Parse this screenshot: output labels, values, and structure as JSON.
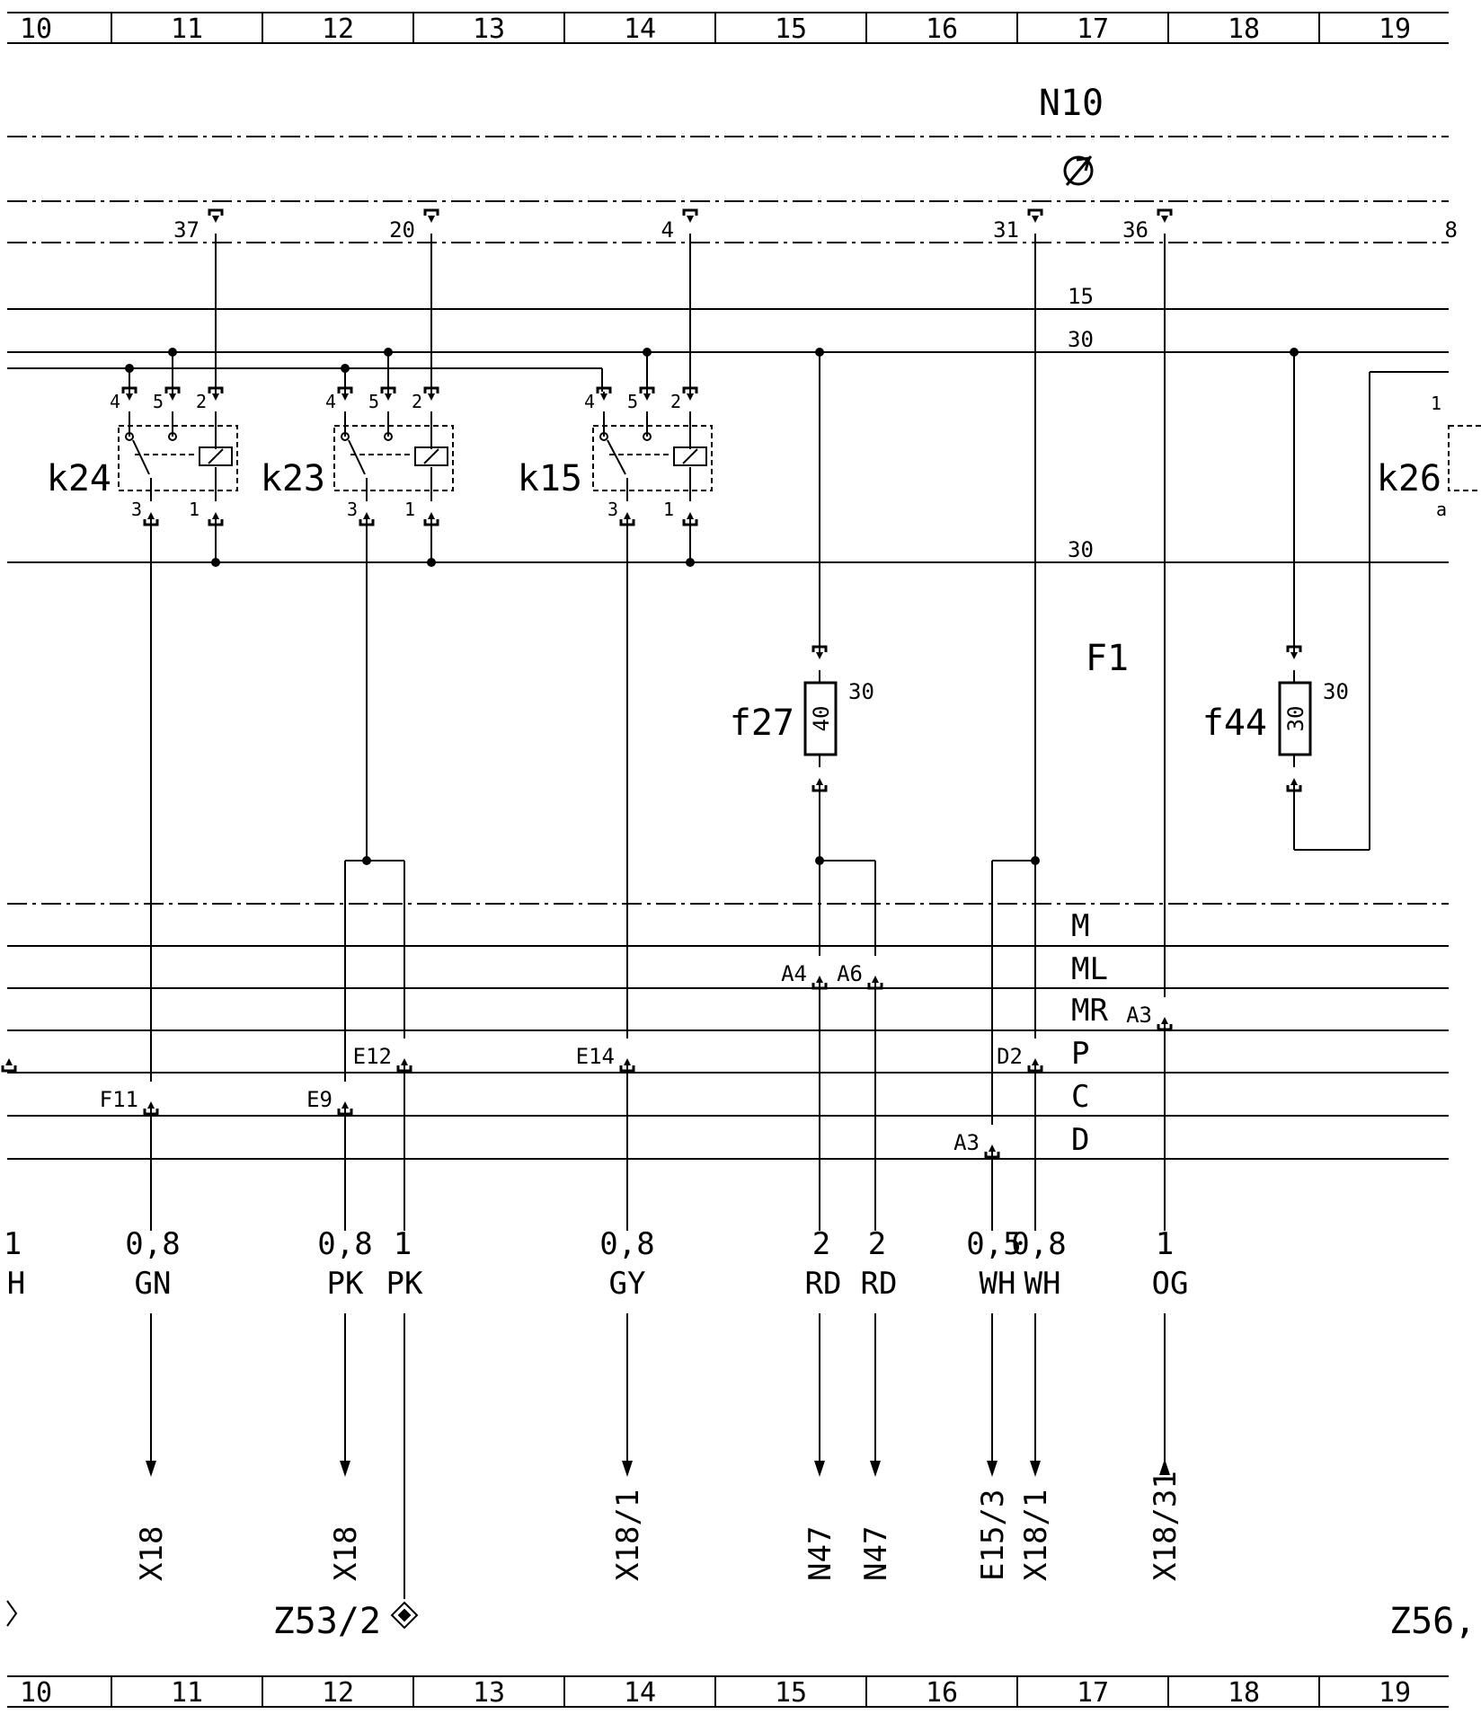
{
  "grid": [
    "10",
    "11",
    "12",
    "13",
    "14",
    "15",
    "16",
    "17",
    "18",
    "19"
  ],
  "module": "N10",
  "connectors": [
    "37",
    "20",
    "4",
    "31",
    "36",
    "8"
  ],
  "buses": {
    "b15": "15",
    "b30a": "30",
    "b30b": "30",
    "m": "M",
    "ml": "ML",
    "mr": "MR",
    "p": "P",
    "c": "C",
    "d": "D"
  },
  "relays": {
    "k24": {
      "name": "k24",
      "p4": "4",
      "p5": "5",
      "p2": "2",
      "p3": "3",
      "p1": "1"
    },
    "k23": {
      "name": "k23",
      "p4": "4",
      "p5": "5",
      "p2": "2",
      "p3": "3",
      "p1": "1"
    },
    "k15": {
      "name": "k15",
      "p4": "4",
      "p5": "5",
      "p2": "2",
      "p3": "3",
      "p1": "1"
    },
    "k26": {
      "name": "k26",
      "pin": "1",
      "sub": "a"
    }
  },
  "fuse_box": "F1",
  "fuses": {
    "f27": {
      "name": "f27",
      "rating": "40",
      "bus": "30"
    },
    "f44": {
      "name": "f44",
      "rating": "30",
      "bus": "30"
    }
  },
  "pins": {
    "a4": "A4",
    "a6": "A6",
    "a3r": "A3",
    "e12": "E12",
    "e14": "E14",
    "d2": "D2",
    "f11": "F11",
    "e9": "E9",
    "a3d": "A3"
  },
  "wires": {
    "w1": {
      "size": "0,8",
      "color": "GN",
      "dest": "X18"
    },
    "w2": {
      "size": "0,8",
      "color": "PK",
      "dest": "X18"
    },
    "w3": {
      "size": "1",
      "color": "PK"
    },
    "w4": {
      "size": "0,8",
      "color": "GY",
      "dest": "X18/1"
    },
    "w5": {
      "size": "2",
      "color": "RD",
      "dest": "N47"
    },
    "w6": {
      "size": "2",
      "color": "RD",
      "dest": "N47"
    },
    "w7": {
      "size": "0,5",
      "color": "WH",
      "dest": "E15/3"
    },
    "w8": {
      "size": "0,8",
      "color": "WH",
      "dest": "X18/1"
    },
    "w9": {
      "size": "1",
      "color": "OG",
      "dest": "X18/31"
    }
  },
  "left_edge": {
    "size": "1",
    "color": "H"
  },
  "refs": {
    "z53": "Z53/2",
    "z56": "Z56,"
  }
}
